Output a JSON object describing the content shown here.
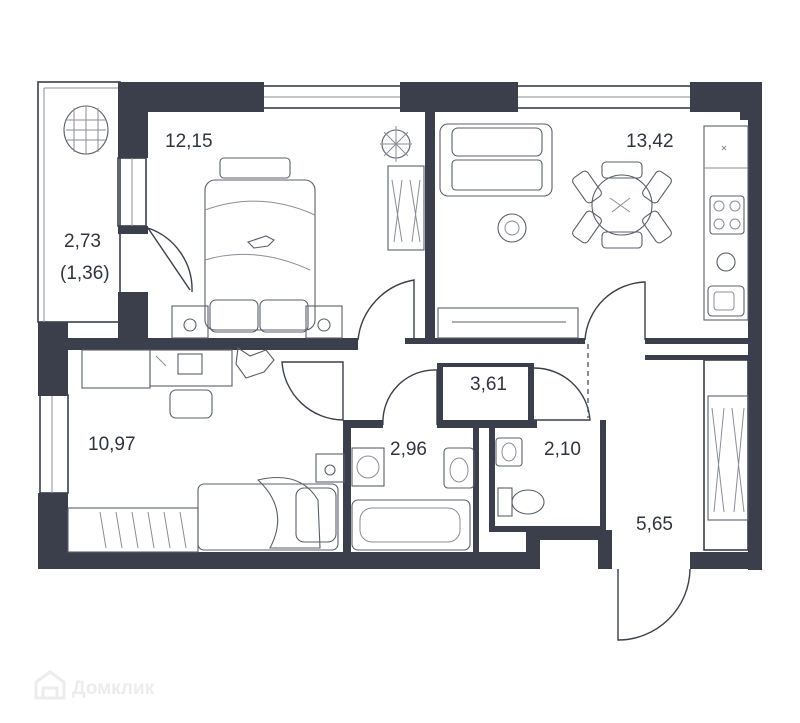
{
  "rooms": {
    "bedroom_top": {
      "area": "12,15"
    },
    "living_kitchen": {
      "area": "13,42"
    },
    "balcony": {
      "area": "2,73",
      "area_reduced": "(1,36)"
    },
    "bedroom_bottom": {
      "area": "10,97"
    },
    "corridor": {
      "area": "3,61"
    },
    "bathroom": {
      "area": "2,96"
    },
    "toilet": {
      "area": "2,10"
    },
    "hallway": {
      "area": "5,65"
    }
  },
  "watermark": {
    "brand": "Домклик"
  },
  "colors": {
    "wall": "#3a3f4b",
    "text": "#2f3440",
    "watermark": "#ececec"
  }
}
